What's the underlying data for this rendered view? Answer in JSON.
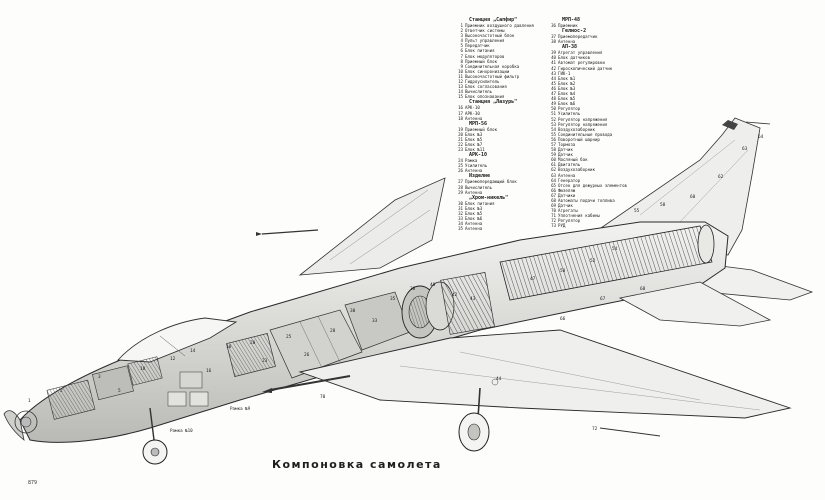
{
  "caption": "Компоновка самолета",
  "page_number": "879",
  "legend_left": [
    {
      "type": "header",
      "text": "Станция „Сапфир\""
    },
    {
      "n": "1",
      "text": "Приемник воздушного давления"
    },
    {
      "n": "2",
      "text": "Ответчик системы"
    },
    {
      "n": "3",
      "text": "Высокочастотный блок"
    },
    {
      "n": "4",
      "text": "Пульт управления"
    },
    {
      "n": "5",
      "text": "Передатчик"
    },
    {
      "n": "6",
      "text": "Блок питания"
    },
    {
      "n": "7",
      "text": "Блок модуляторов"
    },
    {
      "n": "8",
      "text": "Приемный блок"
    },
    {
      "n": "9",
      "text": "Соединительная коробка"
    },
    {
      "n": "10",
      "text": "Блок синхронизации"
    },
    {
      "n": "11",
      "text": "Высокочастотный фильтр"
    },
    {
      "n": "12",
      "text": "Гидроусилитель"
    },
    {
      "n": "13",
      "text": "Блок согласования"
    },
    {
      "n": "14",
      "text": "Вычислитель"
    },
    {
      "n": "15",
      "text": "Блок опознавания"
    },
    {
      "type": "header",
      "text": "Станция „Лазурь\""
    },
    {
      "n": "16",
      "text": "АРК-10"
    },
    {
      "n": "17",
      "text": "АРК-30"
    },
    {
      "n": "18",
      "text": "Антенна"
    },
    {
      "type": "header",
      "text": "МРП-56"
    },
    {
      "n": "19",
      "text": "Приемный блок"
    },
    {
      "n": "20",
      "text": "Блок №3"
    },
    {
      "n": "21",
      "text": "Блок №5"
    },
    {
      "n": "22",
      "text": "Блок №7"
    },
    {
      "n": "23",
      "text": "Блок №11"
    },
    {
      "type": "header",
      "text": "АРК-10"
    },
    {
      "n": "24",
      "text": "Рамка"
    },
    {
      "n": "25",
      "text": "Усилитель"
    },
    {
      "n": "26",
      "text": "Антенна"
    },
    {
      "type": "header",
      "text": "Изделие"
    },
    {
      "n": "27",
      "text": "Приемопередающий блок"
    },
    {
      "n": "28",
      "text": "Вычислитель"
    },
    {
      "n": "29",
      "text": "Антенна"
    },
    {
      "type": "header",
      "text": "„Хром-никель\""
    },
    {
      "n": "30",
      "text": "Блок питания"
    },
    {
      "n": "31",
      "text": "Блок №3"
    },
    {
      "n": "32",
      "text": "Блок №5"
    },
    {
      "n": "33",
      "text": "Блок №6"
    },
    {
      "n": "34",
      "text": "Антенна"
    },
    {
      "n": "35",
      "text": "Антенна"
    }
  ],
  "legend_right": [
    {
      "type": "header",
      "text": "МРП-48"
    },
    {
      "n": "36",
      "text": "Приемник"
    },
    {
      "type": "header",
      "text": "Гелиос-2"
    },
    {
      "n": "37",
      "text": "Приемопередатчик"
    },
    {
      "n": "38",
      "text": "Антенна"
    },
    {
      "type": "header",
      "text": "АП-38"
    },
    {
      "n": "39",
      "text": "Агрегат управления"
    },
    {
      "n": "40",
      "text": "Блок датчиков"
    },
    {
      "n": "41",
      "text": "Автомат регулировки"
    },
    {
      "n": "42",
      "text": "Гироскопический датчик"
    },
    {
      "n": "43",
      "text": "ГИК-1"
    },
    {
      "n": "44",
      "text": "Блок №1"
    },
    {
      "n": "45",
      "text": "Блок №2"
    },
    {
      "n": "46",
      "text": "Блок №3"
    },
    {
      "n": "47",
      "text": "Блок №4"
    },
    {
      "n": "48",
      "text": "Блок №5"
    },
    {
      "n": "49",
      "text": "Блок №6"
    },
    {
      "n": "50",
      "text": "Регулятор"
    },
    {
      "n": "51",
      "text": "Усилитель"
    },
    {
      "n": "52",
      "text": "Регулятор напряжения"
    },
    {
      "n": "53",
      "text": "Регулятор напряжения"
    },
    {
      "n": "54",
      "text": "Воздухозаборник"
    },
    {
      "n": "55",
      "text": "Соединительные провода"
    },
    {
      "n": "56",
      "text": "Поворотный шарнир"
    },
    {
      "n": "57",
      "text": "Тормоза"
    },
    {
      "n": "58",
      "text": "Датчик"
    },
    {
      "n": "59",
      "text": "Датчик"
    },
    {
      "n": "60",
      "text": "Масляный бак"
    },
    {
      "n": "61",
      "text": "Двигатель"
    },
    {
      "n": "62",
      "text": "Воздухозаборник"
    },
    {
      "n": "63",
      "text": "Антенна"
    },
    {
      "n": "64",
      "text": "Генератор"
    },
    {
      "n": "65",
      "text": "Отсек для дежурных элементов"
    },
    {
      "n": "66",
      "text": "Фюзеляж"
    },
    {
      "n": "67",
      "text": "Датчики"
    },
    {
      "n": "68",
      "text": "Автоматы подачи топлива"
    },
    {
      "n": "69",
      "text": "Датчик"
    },
    {
      "n": "70",
      "text": "Агрегаты"
    },
    {
      "n": "71",
      "text": "Уплотнения кабины"
    },
    {
      "n": "72",
      "text": "Регулятор"
    },
    {
      "n": "73",
      "text": "РУД"
    }
  ],
  "callouts": [
    {
      "text": "Рамка №9",
      "ref": "frame9"
    },
    {
      "text": "Рамка №10",
      "ref": "frame10"
    }
  ],
  "part_numbers": [
    "1",
    "2",
    "3",
    "5",
    "10",
    "12",
    "14",
    "16",
    "18",
    "20",
    "23",
    "25",
    "26",
    "28",
    "30",
    "33",
    "35",
    "38",
    "40",
    "42",
    "43",
    "44",
    "47",
    "50",
    "52",
    "54",
    "55",
    "58",
    "60",
    "62",
    "63",
    "64",
    "66",
    "67",
    "68",
    "70",
    "72"
  ]
}
